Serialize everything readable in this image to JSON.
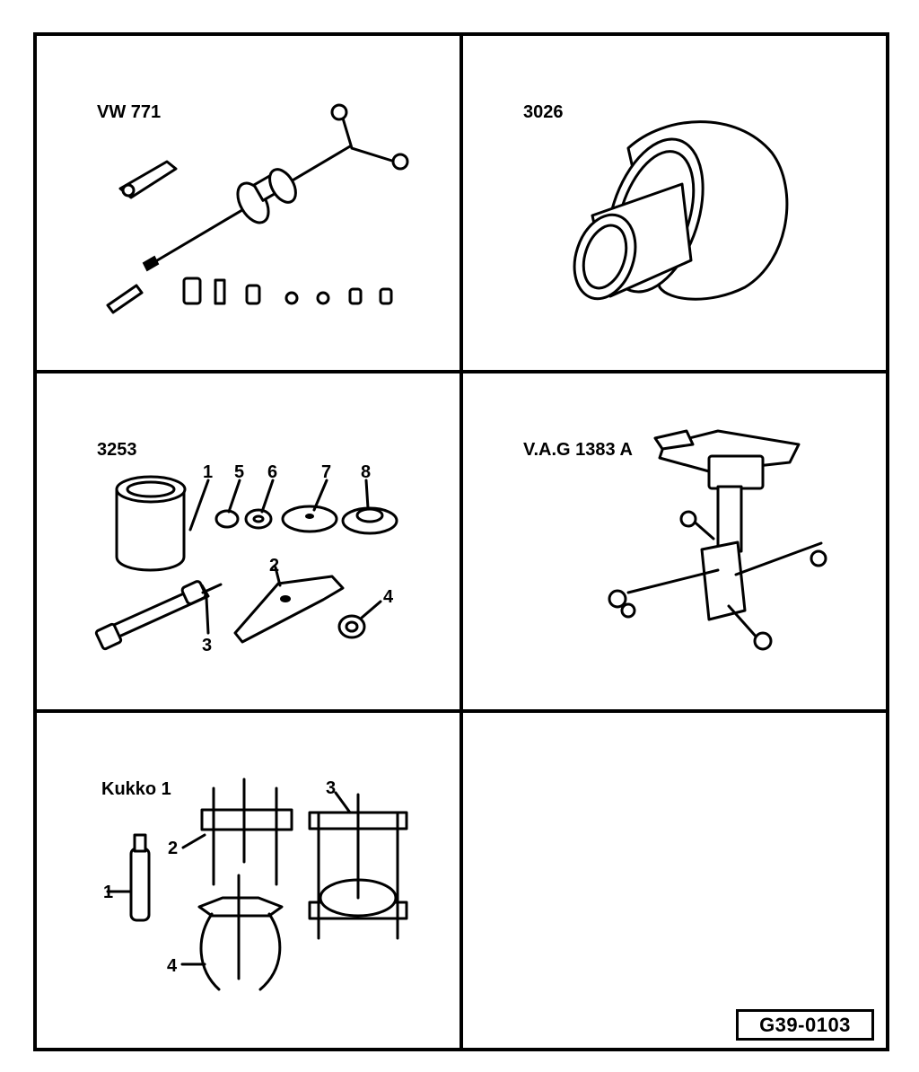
{
  "cells": [
    {
      "label": "VW 771"
    },
    {
      "label": "3026"
    },
    {
      "label": "3253",
      "callouts": [
        "1",
        "5",
        "6",
        "7",
        "8",
        "2",
        "4",
        "3"
      ]
    },
    {
      "label": "V.A.G 1383 A"
    },
    {
      "label": "Kukko 1",
      "callouts": [
        "3",
        "2",
        "1",
        "4"
      ]
    },
    {
      "label": ""
    }
  ],
  "reference_code": "G39-0103"
}
